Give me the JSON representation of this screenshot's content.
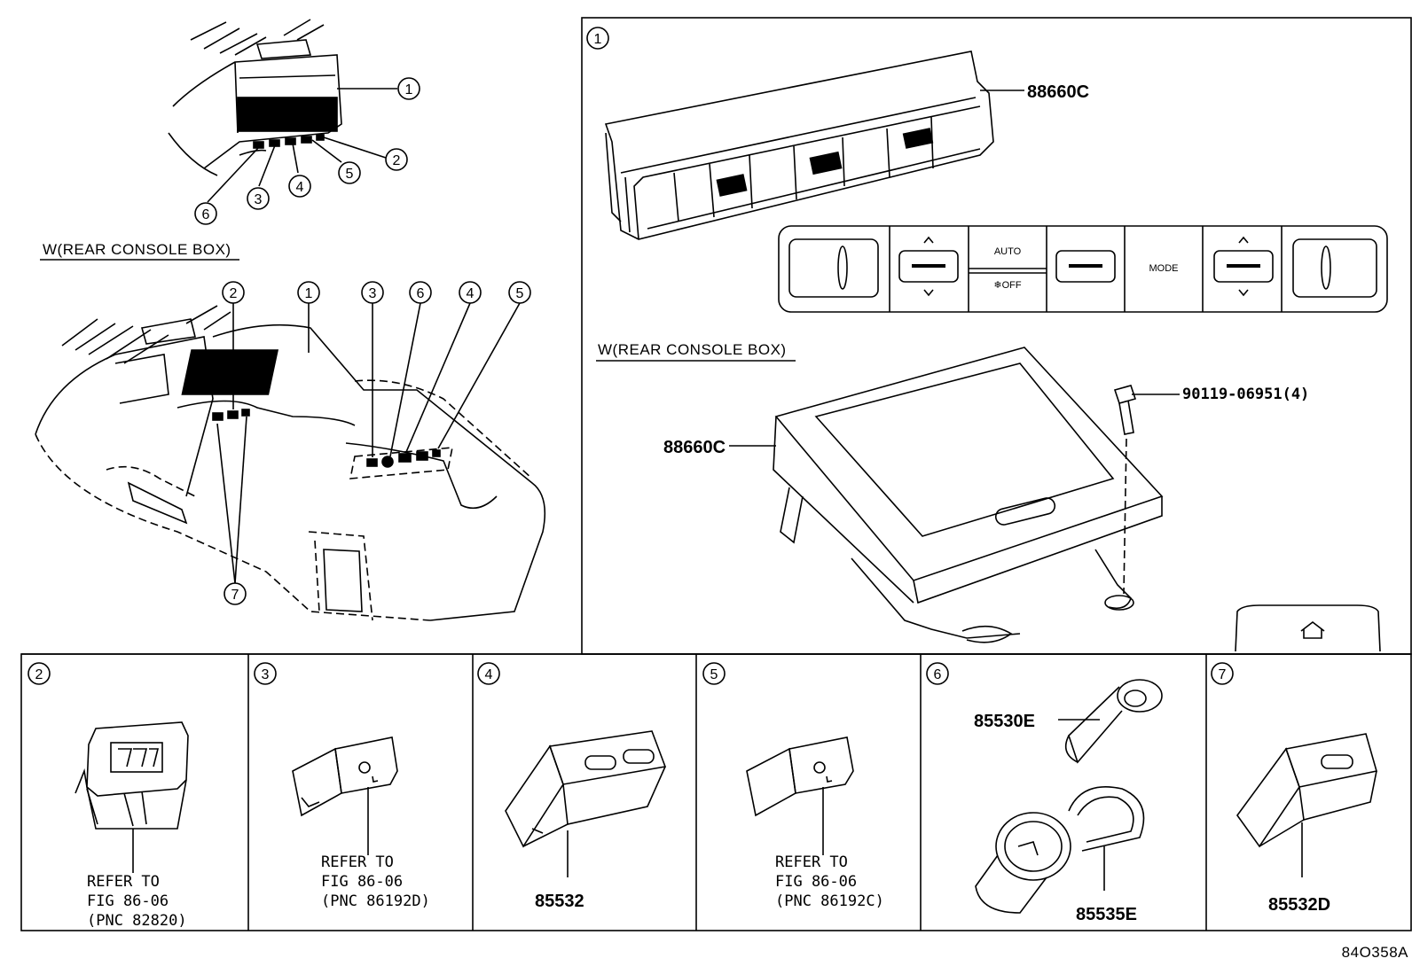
{
  "header_left": {
    "section_label": "W(REAR CONSOLE BOX)"
  },
  "panel1": {
    "tag": "1",
    "part_top": "88660C",
    "section_label": "W(REAR CONSOLE BOX)",
    "part_mid": "88660C",
    "bolt": "90119-06951(4)",
    "control_labels": {
      "auto": "AUTO",
      "off": "❄OFF",
      "mode": "MODE"
    }
  },
  "callouts": {
    "top": [
      "1",
      "2",
      "5",
      "4",
      "3",
      "6"
    ],
    "left": [
      "2",
      "1",
      "3",
      "6",
      "4",
      "5",
      "7"
    ]
  },
  "bottom": [
    {
      "tag": "2",
      "lines": [
        "REFER TO",
        "FIG 86-06",
        "(PNC 82820)"
      ]
    },
    {
      "tag": "3",
      "lines": [
        "REFER TO",
        "FIG 86-06",
        "(PNC 86192D)"
      ]
    },
    {
      "tag": "4",
      "part": "85532"
    },
    {
      "tag": "5",
      "lines": [
        "REFER TO",
        "FIG 86-06",
        "(PNC 86192C)"
      ]
    },
    {
      "tag": "6",
      "part_a": "85530E",
      "part_b": "85535E"
    },
    {
      "tag": "7",
      "part": "85532D"
    }
  ],
  "figure_code": "84O358A"
}
